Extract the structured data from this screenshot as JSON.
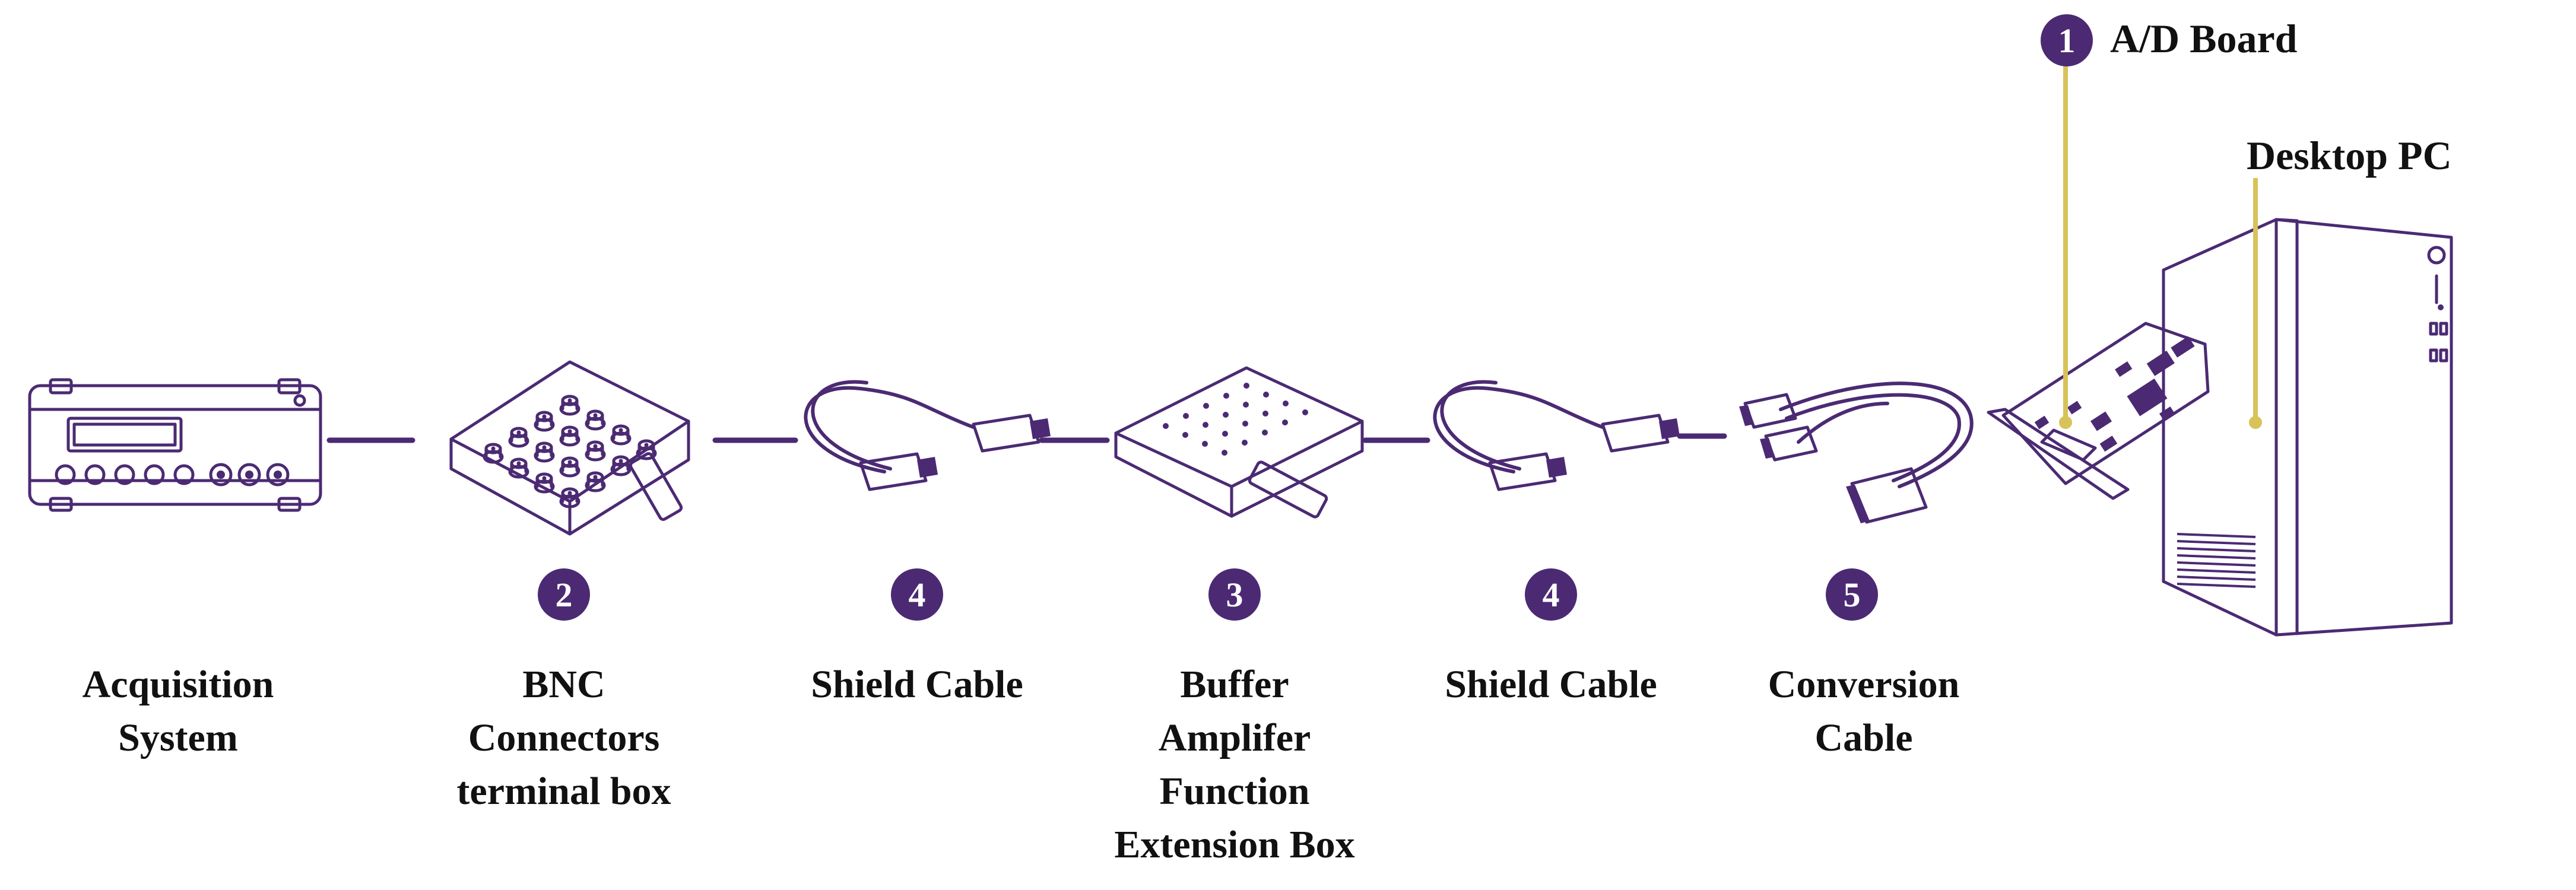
{
  "colors": {
    "purple": "#4b2a73",
    "gold": "#d8c25a",
    "text": "#111111"
  },
  "components": [
    {
      "id": "acquisition",
      "label_lines": [
        "Acquisition",
        "System"
      ]
    },
    {
      "id": "bnc",
      "badge": "2",
      "label_lines": [
        "BNC",
        "Connectors",
        "terminal box"
      ]
    },
    {
      "id": "shield1",
      "badge": "4",
      "label_lines": [
        "Shield Cable"
      ]
    },
    {
      "id": "buffer",
      "badge": "3",
      "label_lines": [
        "Buffer",
        "Amplifer",
        "Function",
        "Extension Box"
      ]
    },
    {
      "id": "shield2",
      "badge": "4",
      "label_lines": [
        "Shield Cable"
      ]
    },
    {
      "id": "conversion",
      "badge": "5",
      "label_lines": [
        "Conversion",
        "Cable"
      ]
    }
  ],
  "callouts": {
    "ad_board": {
      "badge": "1",
      "label": "A/D Board"
    },
    "desktop_pc": {
      "label": "Desktop PC"
    }
  }
}
